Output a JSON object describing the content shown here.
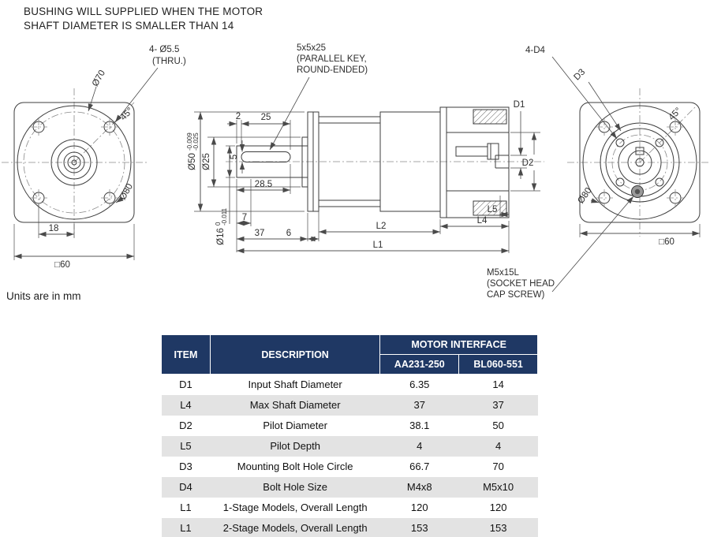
{
  "note": {
    "line1": "BUSHING WILL SUPPLIED WHEN THE MOTOR",
    "line2": "SHAFT DIAMETER IS SMALLER THAN 14"
  },
  "units_label": "Units are in mm",
  "front_view": {
    "bolt_callout_line1": "4- Ø5.5",
    "bolt_callout_line2": "(THRU.)",
    "dia70": "Ø70",
    "angle45": "45°",
    "dia80": "Ø80",
    "dim18": "18",
    "sq60": "□60"
  },
  "side_view": {
    "key_callout_line1": "5x5x25",
    "key_callout_line2": "(PARALLEL KEY,",
    "key_callout_line3": "ROUND-ENDED)",
    "dim2": "2",
    "dim25": "25",
    "dia50": "Ø50",
    "dia50_tol_top": "-0.009",
    "dia50_tol_bot": "-0.025",
    "dia25": "Ø25",
    "dim5": "5",
    "dim28_5": "28.5",
    "dia16": "Ø16",
    "dia16_tol_top": "0",
    "dia16_tol_bot": "-0.011",
    "dim7": "7",
    "dim37": "37",
    "dim6": "6",
    "dimL2": "L2",
    "dimL1": "L1",
    "dimL4": "L4",
    "dimL5": "L5",
    "dimD1": "D1",
    "dimD2": "D2"
  },
  "rear_view": {
    "bolt_callout": "4-D4",
    "dimD3": "D3",
    "angle45": "45°",
    "dia80": "Ø80",
    "sq60": "□60",
    "screw_callout_line1": "M5x15L",
    "screw_callout_line2": "(SOCKET HEAD",
    "screw_callout_line3": "CAP SCREW)"
  },
  "table": {
    "headers": {
      "item": "ITEM",
      "description": "DESCRIPTION",
      "motor_interface": "MOTOR INTERFACE",
      "interface_a": "AA231-250",
      "interface_b": "BL060-551"
    },
    "rows": [
      {
        "item": "D1",
        "description": "Input Shaft Diameter",
        "a": "6.35",
        "b": "14"
      },
      {
        "item": "L4",
        "description": "Max Shaft Diameter",
        "a": "37",
        "b": "37"
      },
      {
        "item": "D2",
        "description": "Pilot Diameter",
        "a": "38.1",
        "b": "50"
      },
      {
        "item": "L5",
        "description": "Pilot Depth",
        "a": "4",
        "b": "4"
      },
      {
        "item": "D3",
        "description": "Mounting Bolt Hole Circle",
        "a": "66.7",
        "b": "70"
      },
      {
        "item": "D4",
        "description": "Bolt Hole Size",
        "a": "M4x8",
        "b": "M5x10"
      },
      {
        "item": "L1",
        "description": "1-Stage Models, Overall Length",
        "a": "120",
        "b": "120"
      },
      {
        "item": "L1",
        "description": "2-Stage Models, Overall Length",
        "a": "153",
        "b": "153"
      }
    ]
  },
  "colors": {
    "header_bg": "#1f3864",
    "header_text": "#ffffff",
    "row_alt_bg": "#e3e3e3",
    "line": "#3c3c3c"
  }
}
